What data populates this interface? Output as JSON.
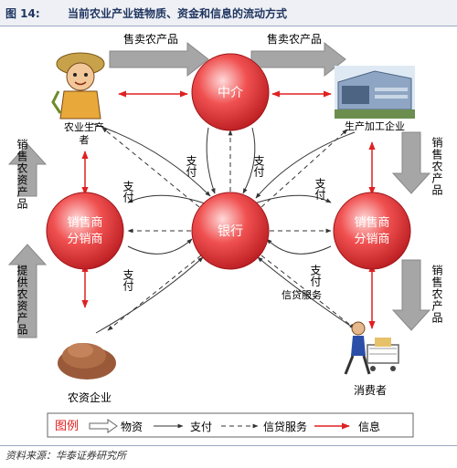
{
  "header": {
    "figure_no": "图 14:",
    "title": "当前农业产业链物质、资金和信息的流动方式"
  },
  "nodes": {
    "middleman": "中介",
    "bank": "银行",
    "distributor_left": [
      "销售商",
      "分销商"
    ],
    "distributor_right": [
      "销售商",
      "分销商"
    ]
  },
  "actors": {
    "farmer": [
      "农业生产",
      "者"
    ],
    "processor": "生产加工企业",
    "input_company": "农资企业",
    "consumer": "消费者"
  },
  "flows": {
    "sell_top_left": "售卖农产品",
    "sell_top_right": "售卖农产品",
    "sell_left_vertical": "销售农资产品",
    "supply_left_vertical": "提供农资产品",
    "sell_right_upper": "销售农产品",
    "sell_right_lower": "销售农产品"
  },
  "payment_labels": [
    "支付",
    "支付",
    "支付",
    "支付",
    "支付",
    "支付"
  ],
  "credit_label": "信贷服务",
  "legend": {
    "title": "图例",
    "material": "物资",
    "payment": "支付",
    "credit": "信贷服务",
    "info": "信息"
  },
  "source": "资料来源：华泰证券研究所",
  "colors": {
    "node_red": "#d9262b",
    "info_red": "#e02020",
    "arrow_gray": "#a6a6a6",
    "title_blue": "#1f3560"
  }
}
